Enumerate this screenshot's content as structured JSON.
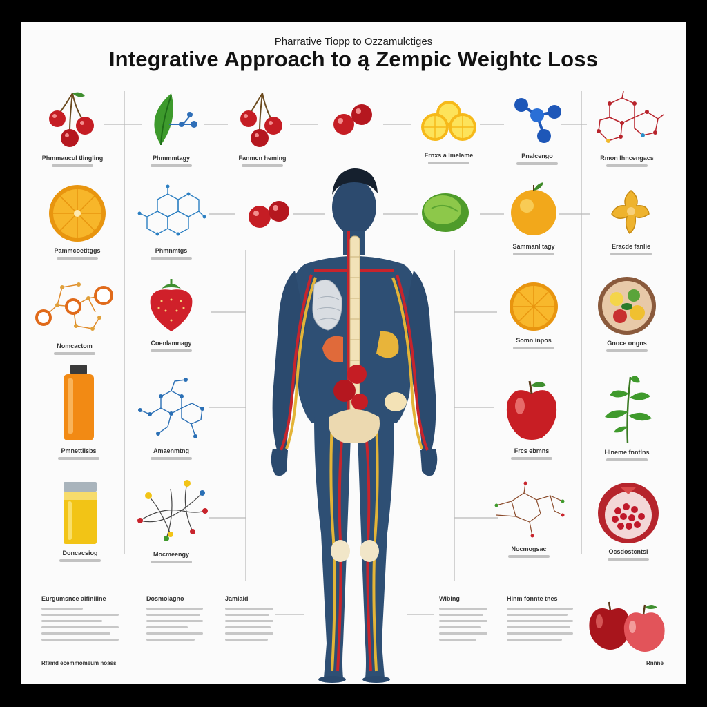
{
  "header": {
    "subtitle": "Pharrative Tiopp to Ozzamulctiges",
    "title": "Integrative Approach to ą Zempic Weightc Loss"
  },
  "row1": [
    {
      "label": "Phmmaucul tlingling",
      "icon": "cherries-icon"
    },
    {
      "label": "Phmmmtagy",
      "icon": "leaf-molecule-icon"
    },
    {
      "label": "Fanmcn heming",
      "icon": "cherries-icon"
    },
    {
      "label": "",
      "icon": "cherries-icon"
    },
    {
      "label": "Frnxs a lmelame",
      "icon": "lemon-slices-icon"
    },
    {
      "label": "Pnalcengo",
      "icon": "molecule-icon"
    },
    {
      "label": "Rmon lhncengacs",
      "icon": "molecule-network-icon"
    }
  ],
  "row2": [
    {
      "label": "Pammcoetltggs",
      "icon": "orange-slice-icon"
    },
    {
      "label": "Phmnmtgs",
      "icon": "molecule-network-icon"
    },
    {
      "label": "",
      "icon": "cherries-icon"
    },
    {
      "label": "",
      "icon": "lime-icon"
    },
    {
      "label": "Sammanl tagy",
      "icon": "orange-fruit-icon"
    },
    {
      "label": "Eracde fanlie",
      "icon": "ginger-root-icon"
    }
  ],
  "row3": [
    {
      "label": "Nomcactom",
      "icon": "molecule-network-icon"
    },
    {
      "label": "Coenlamnagy",
      "icon": "strawberry-icon"
    },
    {
      "label": "Somn inpos",
      "icon": "orange-slice-icon"
    },
    {
      "label": "Gnoce ongns",
      "icon": "salad-bowl-icon"
    }
  ],
  "row4": [
    {
      "label": "Pmnettiisbs",
      "icon": "supplement-bottle-icon"
    },
    {
      "label": "Amaenmtng",
      "icon": "molecule-network-icon"
    },
    {
      "label": "Frcs ebmns",
      "icon": "apple-icon"
    },
    {
      "label": "Hlneme fnntlns",
      "icon": "herb-sprig-icon"
    }
  ],
  "row5": [
    {
      "label": "Doncacsiog",
      "icon": "juice-jar-icon"
    },
    {
      "label": "Mocmeengy",
      "icon": "molecule-pins-icon"
    },
    {
      "label": "Nocmogsac",
      "icon": "molecule-icon"
    },
    {
      "label": "Ocsdostcntsl",
      "icon": "pomegranate-icon"
    }
  ],
  "blocks": [
    {
      "title": "Eurgumsnce alfinillne"
    },
    {
      "title": "Dosmoiagno"
    },
    {
      "title": "Jamlald"
    },
    {
      "title": "Wibing"
    },
    {
      "title": "Hlnm fonnte tnes"
    }
  ],
  "footer": {
    "left": "Rfamd ecemmomeum noass",
    "right": "Rnnne"
  },
  "colors": {
    "background": "#fbfbfb",
    "frame": "#000000",
    "body_blue": "#2e4f74",
    "artery_red": "#c8242c",
    "nerve_yellow": "#e3b437",
    "connector_gray": "#b8b8b8"
  }
}
